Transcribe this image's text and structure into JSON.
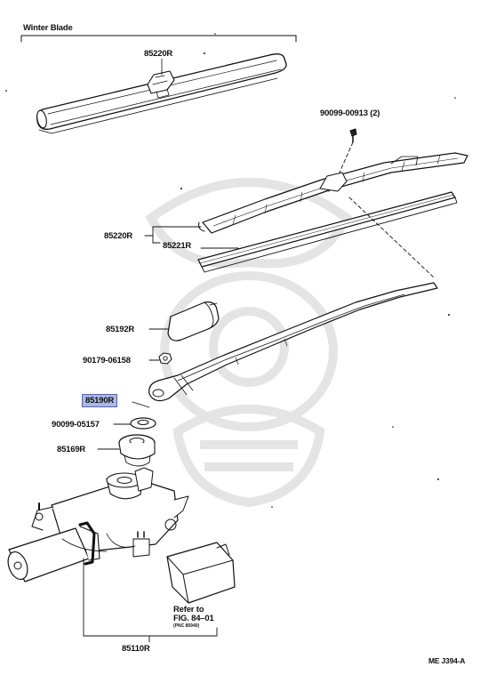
{
  "diagram": {
    "section_title": "Winter Blade",
    "figure_code": "ME J394-A",
    "highlight_color": "#a9b8e8",
    "callouts": {
      "winter_blade": "85220R",
      "bolt": "90099-00913 (2)",
      "blade": "85220R",
      "blade_insert": "85221R",
      "arm_cap": "85192R",
      "nut": "90179-06158",
      "wiper_arm": "85190R",
      "washer": "90099-05157",
      "grommet": "85169R",
      "motor": "85110R"
    },
    "refer_note": {
      "line1": "Refer to",
      "line2": "FIG. 84–01",
      "line3": "(PNC 85940)"
    }
  }
}
